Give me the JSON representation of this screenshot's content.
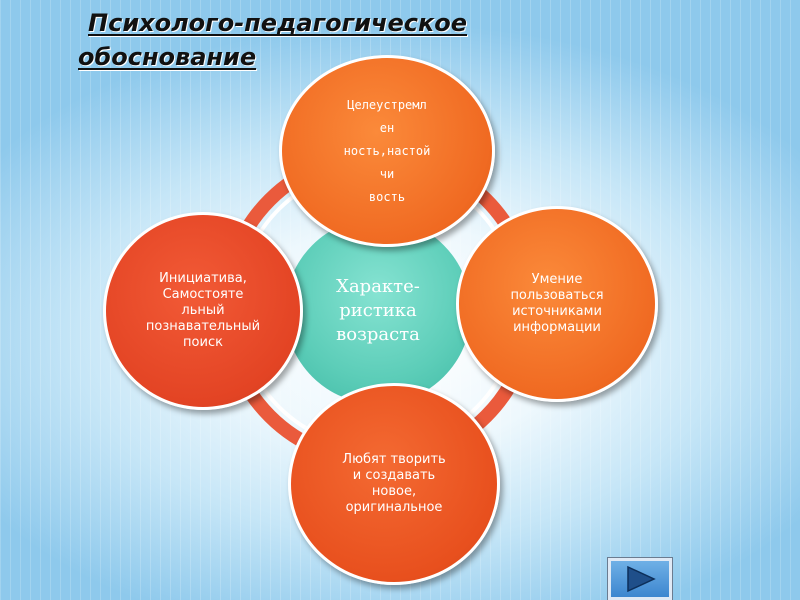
{
  "title": {
    "line1": "Психолого-педагогическое",
    "line2": "обоснование"
  },
  "diagram": {
    "center": "Характе-\nристика\nвозраста",
    "top": "Целеустремл\nен\nность,настой\nчи\nвость",
    "left": "Инициатива,\nСамостояте\nльный\nпознавательный\nпоиск",
    "right": "Умение\nпользоваться\nисточниками\nинформации",
    "bottom": "Любят творить\nи создавать\nновое,\nоригинальное"
  },
  "colors": {
    "ring": "#ea5a3c",
    "center": "#5ccdb8",
    "node_orange": "#f06a22",
    "node_red": "#e34424"
  },
  "navigation": {
    "next_icon": "play-icon"
  }
}
